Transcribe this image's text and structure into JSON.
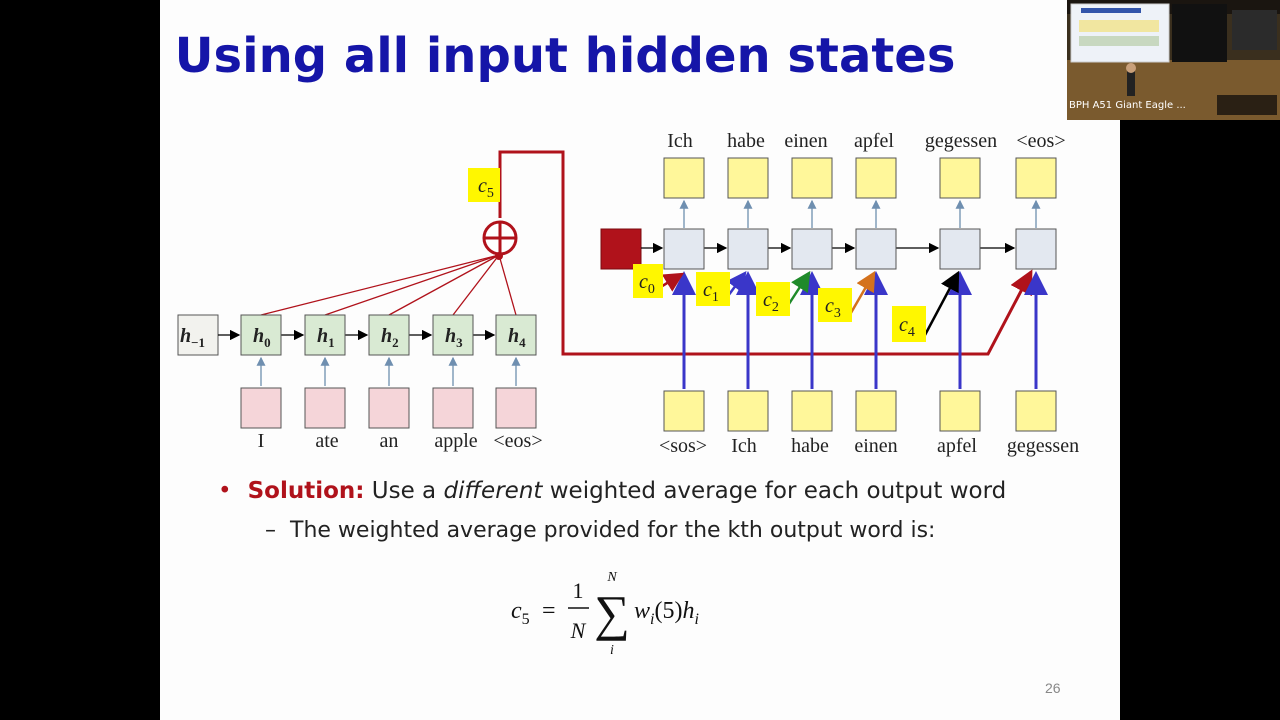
{
  "slide": {
    "title": "Using all input hidden states",
    "page_number": "26",
    "bullet1": {
      "lead": "Solution:",
      "pre": " Use a ",
      "emph": "different",
      "post": " weighted average for each output word"
    },
    "bullet2": "The weighted average provided for the kth output word is:",
    "formula": {
      "lhs": "c",
      "lhs_sub": "5",
      "num": "1",
      "den": "N",
      "sum_top": "N",
      "sum_bot": "i",
      "w": "w",
      "w_sub": "i",
      "arg": "(5)",
      "h": "h",
      "h_sub": "i"
    }
  },
  "encoder": {
    "h_prev": {
      "base": "h",
      "sub": "−1"
    },
    "states": [
      {
        "base": "h",
        "sub": "0"
      },
      {
        "base": "h",
        "sub": "1"
      },
      {
        "base": "h",
        "sub": "2"
      },
      {
        "base": "h",
        "sub": "3"
      },
      {
        "base": "h",
        "sub": "4"
      }
    ],
    "inputs": [
      "I",
      "ate",
      "an",
      "apple",
      "<eos>"
    ]
  },
  "combine": {
    "label_base": "c",
    "label_sub": "5"
  },
  "decoder": {
    "outputs": [
      "Ich",
      "habe",
      "einen",
      "apfel",
      "gegessen",
      "<eos>"
    ],
    "inputs": [
      "<sos>",
      "Ich",
      "habe",
      "einen",
      "apfel",
      "gegessen"
    ],
    "contexts": [
      {
        "base": "c",
        "sub": "0",
        "color": "#b0121b"
      },
      {
        "base": "c",
        "sub": "1",
        "color": "#3a36c9"
      },
      {
        "base": "c",
        "sub": "2",
        "color": "#1f8a2a"
      },
      {
        "base": "c",
        "sub": "3",
        "color": "#d4721d"
      },
      {
        "base": "c",
        "sub": "4",
        "color": "#000000"
      }
    ]
  },
  "colors": {
    "title": "#1515a8",
    "accent_red": "#b0121b",
    "green_box": "#d9ead3",
    "pink_box": "#f5d5d9",
    "yellow_box": "#fff79a",
    "blue_arrow": "#3a36c9",
    "dec_box": "#e3e8f0"
  },
  "webcam": {
    "label": "BPH A51 Giant Eagle ..."
  }
}
